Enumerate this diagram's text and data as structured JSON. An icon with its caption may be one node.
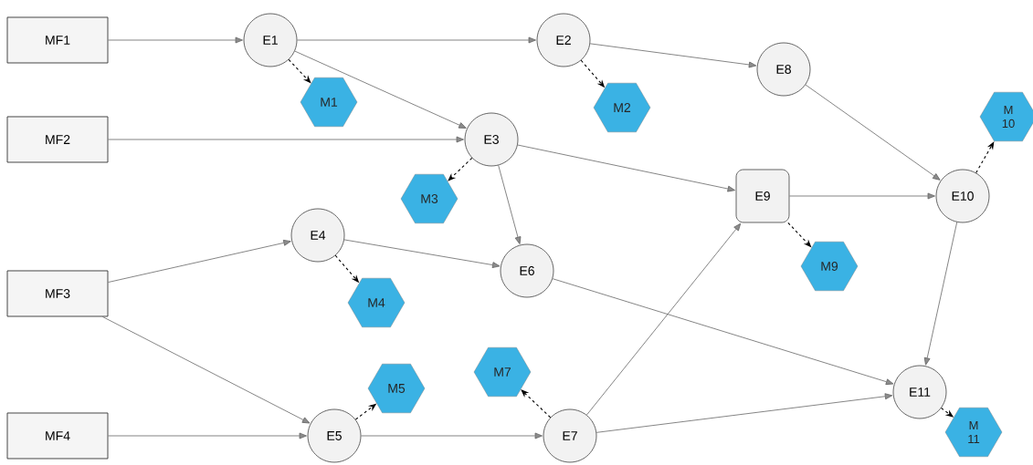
{
  "diagram": {
    "nodes": [
      {
        "text": [
          "MF1"
        ]
      },
      {
        "text": [
          "E1"
        ]
      },
      {
        "text": [
          "E2"
        ]
      },
      {
        "text": [
          "E8"
        ]
      },
      {
        "text": [
          "M1"
        ]
      },
      {
        "text": [
          "M2"
        ]
      },
      {
        "text": [
          "MF2"
        ]
      },
      {
        "text": [
          "E3"
        ]
      },
      {
        "text": [
          "M 10"
        ]
      },
      {
        "text": [
          "M3"
        ]
      },
      {
        "text": [
          "E9"
        ]
      },
      {
        "text": [
          "E10"
        ]
      },
      {
        "text": [
          "E4"
        ]
      },
      {
        "text": [
          "E6"
        ]
      },
      {
        "text": [
          "M4"
        ]
      },
      {
        "text": [
          "M9"
        ]
      },
      {
        "text": [
          "MF3"
        ]
      },
      {
        "text": [
          "M7"
        ]
      },
      {
        "text": [
          "M5"
        ]
      },
      {
        "text": [
          "E11"
        ]
      },
      {
        "text": [
          "MF4"
        ]
      },
      {
        "text": [
          "E5"
        ]
      },
      {
        "text": [
          "E7"
        ]
      },
      {
        "text": [
          "M 11"
        ]
      }
    ],
    "edges": [
      {
        "from": 0,
        "to": 1,
        "arrow": "to"
      },
      {
        "from": 1,
        "to": 2,
        "arrow": "to"
      },
      {
        "from": 1,
        "to": 7,
        "arrow": "to"
      },
      {
        "from": 2,
        "to": 3,
        "arrow": "to"
      },
      {
        "from": 6,
        "to": 7,
        "arrow": "to"
      },
      {
        "from": 7,
        "to": 10,
        "arrow": "to"
      },
      {
        "from": 7,
        "to": 13,
        "arrow": "to"
      },
      {
        "from": 3,
        "to": 11,
        "arrow": "to"
      },
      {
        "from": 10,
        "to": 11,
        "arrow": "to"
      },
      {
        "from": 16,
        "to": 12,
        "arrow": "to"
      },
      {
        "from": 16,
        "to": 21,
        "arrow": "to"
      },
      {
        "from": 12,
        "to": 13,
        "arrow": "to"
      },
      {
        "from": 13,
        "to": 19,
        "arrow": "to"
      },
      {
        "from": 11,
        "to": 19,
        "arrow": "to"
      },
      {
        "from": 20,
        "to": 21,
        "arrow": "to"
      },
      {
        "from": 21,
        "to": 22,
        "arrow": "to"
      },
      {
        "from": 22,
        "to": 10,
        "arrow": "to"
      },
      {
        "from": 22,
        "to": 19,
        "arrow": "to"
      },
      {
        "from": 1,
        "to": 4,
        "arrow": "to",
        "style": "dashed",
        "color": "#000000"
      },
      {
        "from": 2,
        "to": 5,
        "arrow": "to",
        "style": "dashed",
        "color": "#000000"
      },
      {
        "from": 7,
        "to": 9,
        "arrow": "to",
        "style": "dashed",
        "color": "#000000"
      },
      {
        "from": 12,
        "to": 14,
        "arrow": "to",
        "style": "dashed",
        "color": "#000000"
      },
      {
        "from": 21,
        "to": 18,
        "arrow": "to",
        "style": "dashed",
        "color": "#000000"
      },
      {
        "from": 22,
        "to": 17,
        "arrow": "to",
        "style": "dashed",
        "color": "#000000"
      },
      {
        "from": 10,
        "to": 15,
        "arrow": "to",
        "style": "dashed",
        "color": "#000000"
      },
      {
        "from": 11,
        "to": 8,
        "arrow": "to",
        "style": "dashed",
        "color": "#000000"
      },
      {
        "from": 19,
        "to": 23,
        "arrow": "to",
        "style": "dashed",
        "color": "#000000"
      }
    ]
  }
}
